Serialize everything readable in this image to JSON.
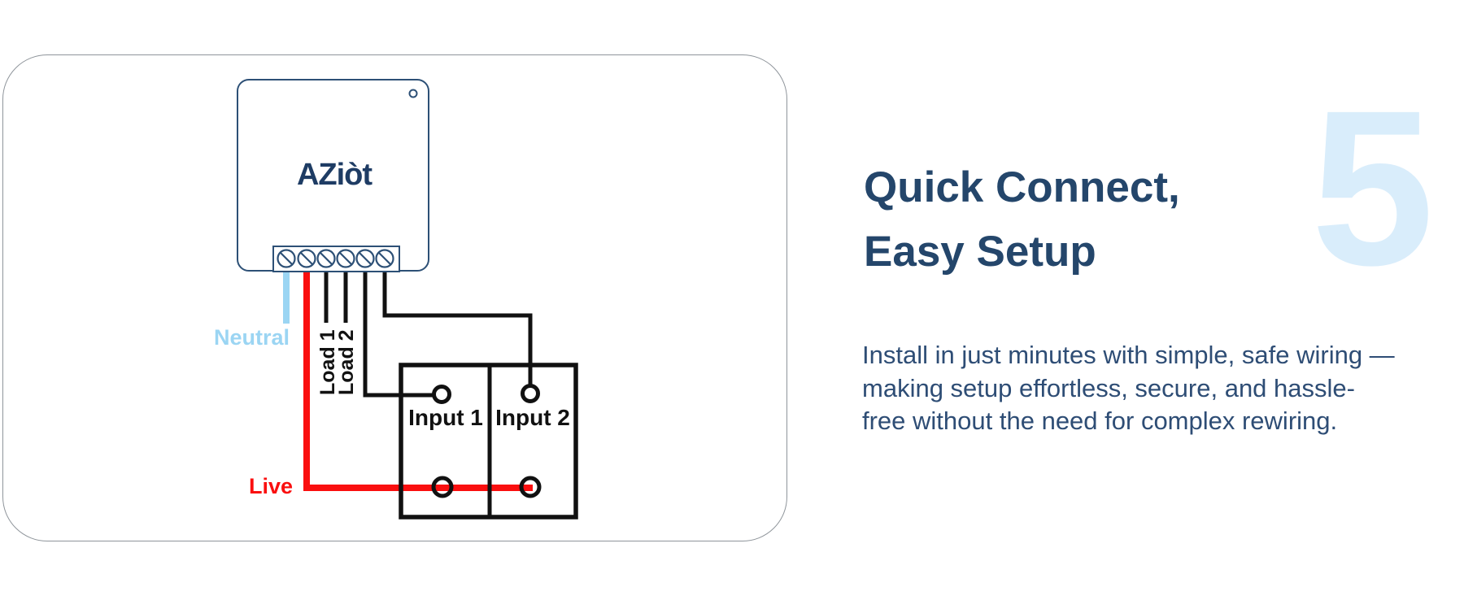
{
  "diagram": {
    "brand": "AZiòt",
    "labels": {
      "neutral": "Neutral",
      "live": "Live",
      "load1": "Load 1",
      "load2": "Load 2",
      "input1": "Input 1",
      "input2": "Input 2"
    }
  },
  "content": {
    "step_number": "5",
    "heading_lines": [
      "Quick Connect,",
      "Easy Setup"
    ],
    "paragraph_lines": [
      "Install in just minutes with simple, safe wiring —",
      "making setup effortless, secure, and hassle-",
      "free without the need for complex rewiring."
    ]
  },
  "colors": {
    "heading_navy": "#24466b",
    "logo_navy": "#1e3c64",
    "device_outline": "#2d5076",
    "neutral_blue": "#9bd5f3",
    "live_red": "#fa0f0f",
    "wire_black": "#111111",
    "step_watermark": "#d9edfb",
    "body_text": "#2e4d75",
    "card_border": "#8f959b"
  }
}
